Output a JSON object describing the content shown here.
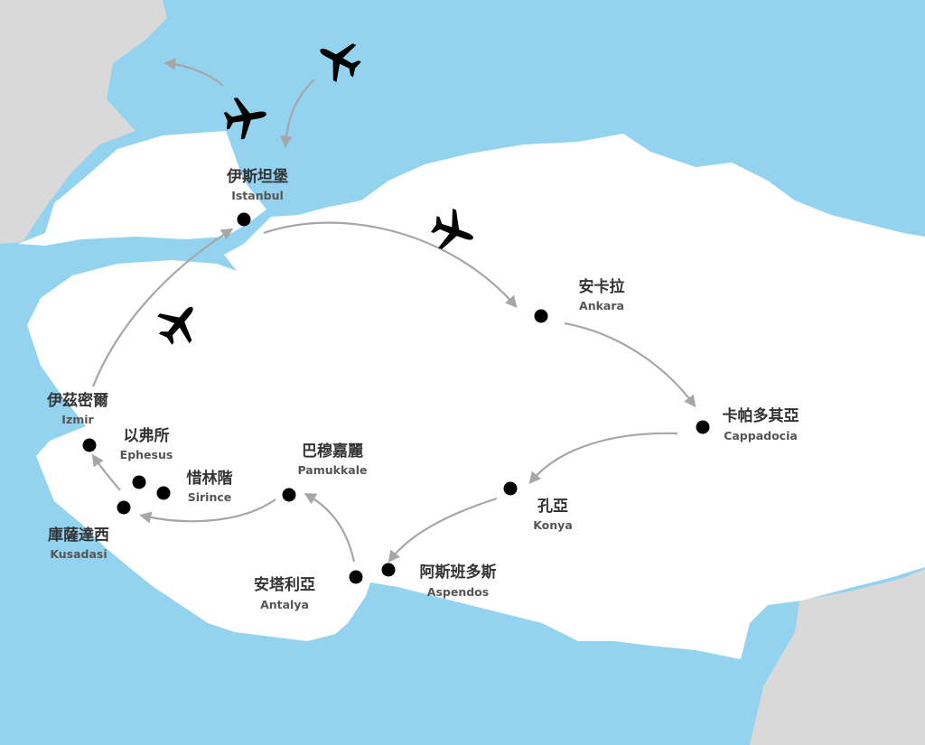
{
  "colors": {
    "sea": "#93d3ef",
    "land_turkey": "#ffffff",
    "land_neighbors": "#d9d9d9",
    "route": "#a6a6a6",
    "city_dot": "#000000",
    "plane": "#000000"
  },
  "cities": [
    {
      "key": "istanbul",
      "zh": "伊斯坦堡",
      "en": "Istanbul"
    },
    {
      "key": "ankara",
      "zh": "安卡拉",
      "en": "Ankara"
    },
    {
      "key": "cappadocia",
      "zh": "卡帕多其亞",
      "en": "Cappadocia"
    },
    {
      "key": "konya",
      "zh": "孔亞",
      "en": "Konya"
    },
    {
      "key": "aspendos",
      "zh": "阿斯班多斯",
      "en": "Aspendos"
    },
    {
      "key": "antalya",
      "zh": "安塔利亞",
      "en": "Antalya"
    },
    {
      "key": "pamukkale",
      "zh": "巴穆嘉麗",
      "en": "Pamukkale"
    },
    {
      "key": "sirince",
      "zh": "惜林階",
      "en": "Sirince"
    },
    {
      "key": "ephesus",
      "zh": "以弗所",
      "en": "Ephesus"
    },
    {
      "key": "kusadasi",
      "zh": "庫薩達西",
      "en": "Kusadasi"
    },
    {
      "key": "izmir",
      "zh": "伊茲密爾",
      "en": "Izmir"
    }
  ],
  "icons": {
    "city_marker": "filled-circle",
    "flight": "airplane-icon"
  }
}
